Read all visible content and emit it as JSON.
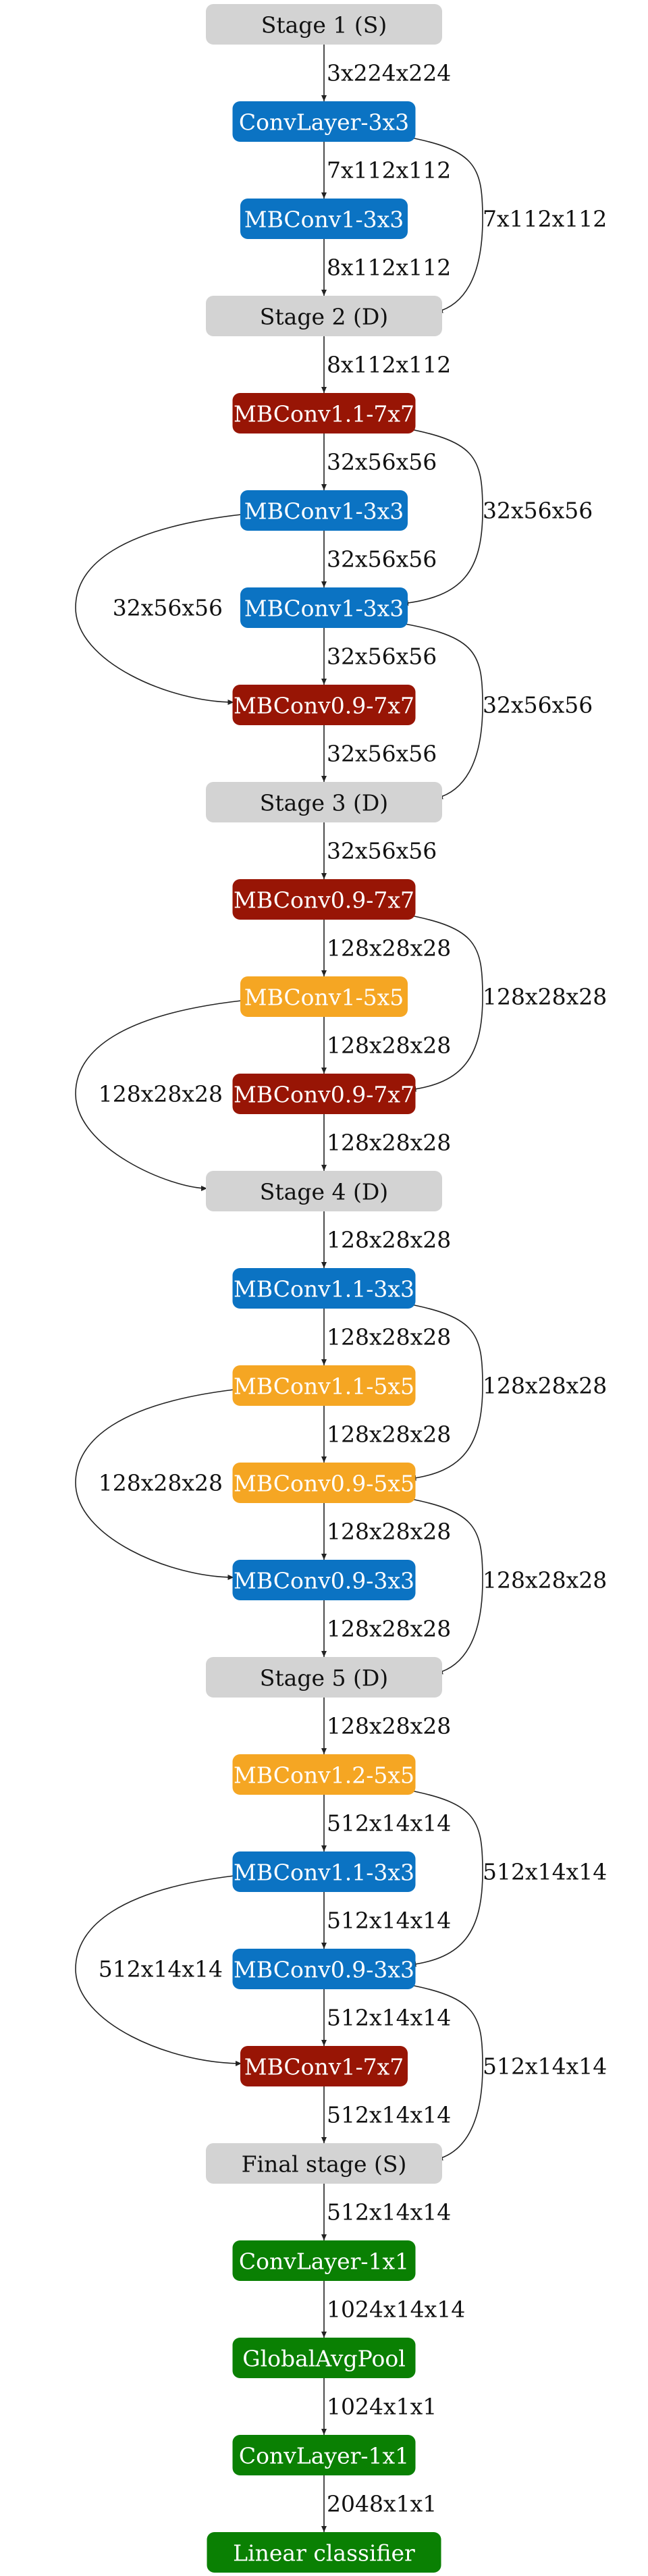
{
  "colors": {
    "stage": "#d3d3d3",
    "blue": "#0b73c3",
    "red": "#981505",
    "orange": "#f5a623",
    "green": "#0a8003",
    "stage_text": "#111111",
    "node_text": "#ffffff",
    "edge": "#222222"
  },
  "nodes": [
    {
      "id": "s1",
      "label": "Stage 1 (S)",
      "kind": "stage"
    },
    {
      "id": "n1",
      "label": "ConvLayer-3x3",
      "kind": "blue"
    },
    {
      "id": "n2",
      "label": "MBConv1-3x3",
      "kind": "blue"
    },
    {
      "id": "s2",
      "label": "Stage 2 (D)",
      "kind": "stage"
    },
    {
      "id": "n3",
      "label": "MBConv1.1-7x7",
      "kind": "red"
    },
    {
      "id": "n4",
      "label": "MBConv1-3x3",
      "kind": "blue"
    },
    {
      "id": "n5",
      "label": "MBConv1-3x3",
      "kind": "blue"
    },
    {
      "id": "n6",
      "label": "MBConv0.9-7x7",
      "kind": "red"
    },
    {
      "id": "s3",
      "label": "Stage 3 (D)",
      "kind": "stage"
    },
    {
      "id": "n7",
      "label": "MBConv0.9-7x7",
      "kind": "red"
    },
    {
      "id": "n8",
      "label": "MBConv1-5x5",
      "kind": "orange"
    },
    {
      "id": "n9",
      "label": "MBConv0.9-7x7",
      "kind": "red"
    },
    {
      "id": "s4",
      "label": "Stage 4 (D)",
      "kind": "stage"
    },
    {
      "id": "n10",
      "label": "MBConv1.1-3x3",
      "kind": "blue"
    },
    {
      "id": "n11",
      "label": "MBConv1.1-5x5",
      "kind": "orange"
    },
    {
      "id": "n12",
      "label": "MBConv0.9-5x5",
      "kind": "orange"
    },
    {
      "id": "n13",
      "label": "MBConv0.9-3x3",
      "kind": "blue"
    },
    {
      "id": "s5",
      "label": "Stage 5 (D)",
      "kind": "stage"
    },
    {
      "id": "n14",
      "label": "MBConv1.2-5x5",
      "kind": "orange"
    },
    {
      "id": "n15",
      "label": "MBConv1.1-3x3",
      "kind": "blue"
    },
    {
      "id": "n16",
      "label": "MBConv0.9-3x3",
      "kind": "blue"
    },
    {
      "id": "n17",
      "label": "MBConv1-7x7",
      "kind": "red"
    },
    {
      "id": "fs",
      "label": "Final stage (S)",
      "kind": "stage"
    },
    {
      "id": "n18",
      "label": "ConvLayer-1x1",
      "kind": "green"
    },
    {
      "id": "n19",
      "label": "GlobalAvgPool",
      "kind": "green"
    },
    {
      "id": "n20",
      "label": "ConvLayer-1x1",
      "kind": "green"
    },
    {
      "id": "n21",
      "label": "Linear classifier",
      "kind": "green"
    }
  ],
  "edges": [
    {
      "from": "s1",
      "to": "n1",
      "label": "3x224x224",
      "route": "straight"
    },
    {
      "from": "n1",
      "to": "n2",
      "label": "7x112x112",
      "route": "straight"
    },
    {
      "from": "n1",
      "to": "s2",
      "label": "7x112x112",
      "route": "right"
    },
    {
      "from": "n2",
      "to": "s2",
      "label": "8x112x112",
      "route": "straight"
    },
    {
      "from": "s2",
      "to": "n3",
      "label": "8x112x112",
      "route": "straight"
    },
    {
      "from": "n3",
      "to": "n4",
      "label": "32x56x56",
      "route": "straight"
    },
    {
      "from": "n3",
      "to": "n5",
      "label": "32x56x56",
      "route": "right"
    },
    {
      "from": "n4",
      "to": "n5",
      "label": "32x56x56",
      "route": "straight"
    },
    {
      "from": "n4",
      "to": "n6",
      "label": "32x56x56",
      "route": "left"
    },
    {
      "from": "n5",
      "to": "n6",
      "label": "32x56x56",
      "route": "straight"
    },
    {
      "from": "n5",
      "to": "s3",
      "label": "32x56x56",
      "route": "right"
    },
    {
      "from": "n6",
      "to": "s3",
      "label": "32x56x56",
      "route": "straight"
    },
    {
      "from": "s3",
      "to": "n7",
      "label": "32x56x56",
      "route": "straight"
    },
    {
      "from": "n7",
      "to": "n8",
      "label": "128x28x28",
      "route": "straight"
    },
    {
      "from": "n7",
      "to": "n9",
      "label": "128x28x28",
      "route": "right"
    },
    {
      "from": "n8",
      "to": "n9",
      "label": "128x28x28",
      "route": "straight"
    },
    {
      "from": "n8",
      "to": "s4",
      "label": "128x28x28",
      "route": "left"
    },
    {
      "from": "n9",
      "to": "s4",
      "label": "128x28x28",
      "route": "straight"
    },
    {
      "from": "s4",
      "to": "n10",
      "label": "128x28x28",
      "route": "straight"
    },
    {
      "from": "n10",
      "to": "n11",
      "label": "128x28x28",
      "route": "straight"
    },
    {
      "from": "n10",
      "to": "n12",
      "label": "128x28x28",
      "route": "right"
    },
    {
      "from": "n11",
      "to": "n12",
      "label": "128x28x28",
      "route": "straight"
    },
    {
      "from": "n11",
      "to": "n13",
      "label": "128x28x28",
      "route": "left"
    },
    {
      "from": "n12",
      "to": "n13",
      "label": "128x28x28",
      "route": "straight"
    },
    {
      "from": "n12",
      "to": "s5",
      "label": "128x28x28",
      "route": "right"
    },
    {
      "from": "n13",
      "to": "s5",
      "label": "128x28x28",
      "route": "straight"
    },
    {
      "from": "s5",
      "to": "n14",
      "label": "128x28x28",
      "route": "straight"
    },
    {
      "from": "n14",
      "to": "n15",
      "label": "512x14x14",
      "route": "straight"
    },
    {
      "from": "n14",
      "to": "n16",
      "label": "512x14x14",
      "route": "right"
    },
    {
      "from": "n15",
      "to": "n16",
      "label": "512x14x14",
      "route": "straight"
    },
    {
      "from": "n15",
      "to": "n17",
      "label": "512x14x14",
      "route": "left"
    },
    {
      "from": "n16",
      "to": "n17",
      "label": "512x14x14",
      "route": "straight"
    },
    {
      "from": "n16",
      "to": "fs",
      "label": "512x14x14",
      "route": "right"
    },
    {
      "from": "n17",
      "to": "fs",
      "label": "512x14x14",
      "route": "straight"
    },
    {
      "from": "fs",
      "to": "n18",
      "label": "512x14x14",
      "route": "straight"
    },
    {
      "from": "n18",
      "to": "n19",
      "label": "1024x14x14",
      "route": "straight"
    },
    {
      "from": "n19",
      "to": "n20",
      "label": "1024x1x1",
      "route": "straight"
    },
    {
      "from": "n20",
      "to": "n21",
      "label": "2048x1x1",
      "route": "straight"
    }
  ]
}
